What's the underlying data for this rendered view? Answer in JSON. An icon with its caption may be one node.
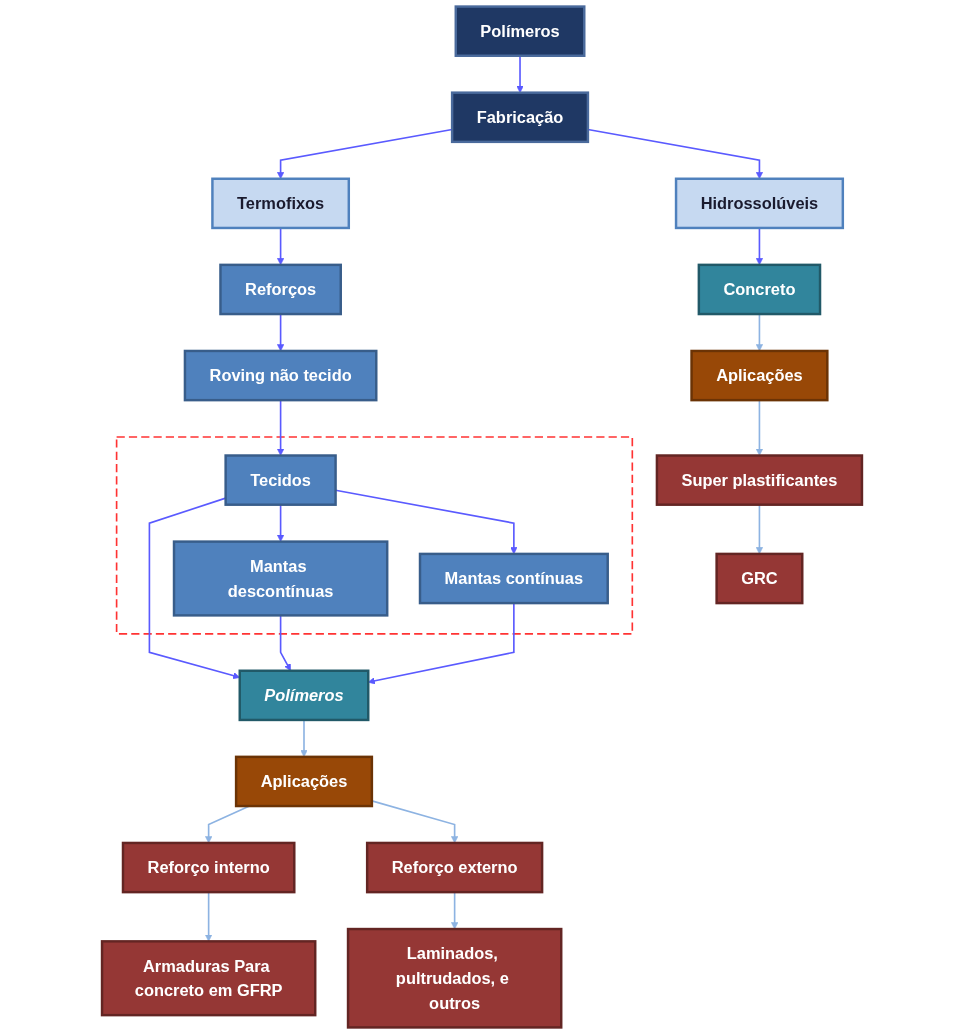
{
  "diagram": {
    "nodes": [
      {
        "text": [
          "Polímeros"
        ]
      },
      {
        "text": [
          "Fabricação"
        ]
      },
      {
        "text": [
          "Hidrossolúveis"
        ]
      },
      {
        "text": [
          "Termofixos"
        ]
      },
      {
        "text": [
          "Reforços"
        ]
      },
      {
        "text": [
          "Roving não tecido"
        ]
      },
      {
        "text": [],
        "shape": "box"
      },
      {
        "text": [
          "Mantas descontínuas"
        ],
        "in": 6
      },
      {
        "text": [
          "Tecidos"
        ],
        "in": 6
      },
      {
        "text": [
          "Mantas contínuas"
        ],
        "in": 6
      },
      {
        "text": [
          "Polímeros"
        ]
      },
      {
        "text": [
          "Concreto"
        ]
      },
      {
        "text": [
          "Aplicações"
        ]
      },
      {
        "text": [
          "Super plastificantes"
        ]
      },
      {
        "text": [
          "GRC"
        ]
      },
      {
        "text": [
          "Aplicações"
        ]
      },
      {
        "text": [
          "Reforço interno"
        ]
      },
      {
        "text": [
          "Reforço externo"
        ]
      },
      {
        "text": [
          "Armaduras Para concreto em GFRP"
        ]
      },
      {
        "text": [
          "Laminados, pultrudados, e outros"
        ]
      }
    ],
    "edges": [
      {
        "from": 0,
        "to": 1,
        "arrow": "to"
      },
      {
        "from": 1,
        "to": 2,
        "arrow": "to"
      },
      {
        "from": 1,
        "to": 3,
        "arrow": "to"
      },
      {
        "from": 3,
        "to": 4,
        "arrow": "to"
      },
      {
        "from": 2,
        "to": 11,
        "arrow": "to"
      },
      {
        "from": 4,
        "to": 5,
        "arrow": "to"
      },
      {
        "from": 5,
        "to": 8,
        "arrow": "to"
      },
      {
        "from": 8,
        "to": 7,
        "arrow": "to"
      },
      {
        "from": 8,
        "to": 9,
        "arrow": "to"
      },
      {
        "from": 8,
        "to": 10,
        "arrow": "to"
      },
      {
        "from": 7,
        "to": 10,
        "arrow": "to"
      },
      {
        "from": 9,
        "to": 10,
        "arrow": "to"
      },
      {
        "from": 10,
        "to": 15,
        "arrow": "to",
        "color": "#8db3e2"
      },
      {
        "from": 11,
        "to": 12,
        "arrow": "to",
        "color": "#8db3e2"
      },
      {
        "from": 12,
        "to": 13,
        "arrow": "to",
        "color": "#8db3e2"
      },
      {
        "from": 13,
        "to": 14,
        "arrow": "to",
        "color": "#8db3e2"
      },
      {
        "from": 15,
        "to": 16,
        "arrow": "to",
        "color": "#8db3e2"
      },
      {
        "from": 15,
        "to": 17,
        "arrow": "to",
        "color": "#8db3e2"
      },
      {
        "from": 16,
        "to": 18,
        "arrow": "to",
        "color": "#8db3e2"
      },
      {
        "from": 17,
        "to": 19,
        "arrow": "to",
        "color": "#8db3e2"
      }
    ]
  }
}
